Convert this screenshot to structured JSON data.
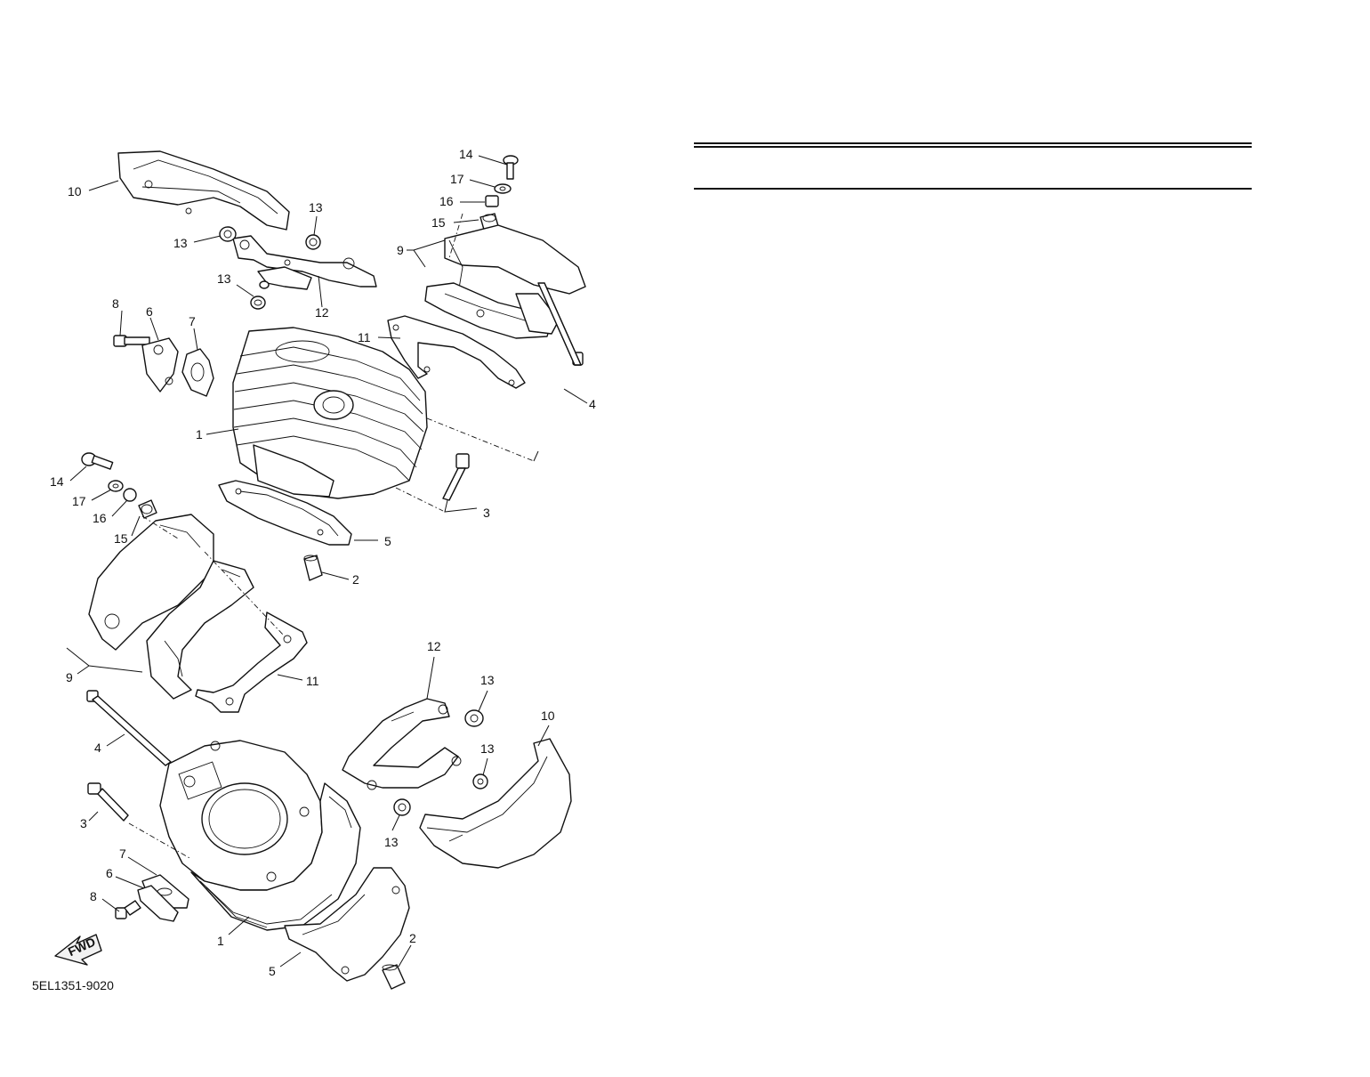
{
  "diagram": {
    "figure_code": "5EL1351-9020",
    "direction_badge": "FWD",
    "callouts": [
      {
        "id": "c10a",
        "label": "10"
      },
      {
        "id": "c13a",
        "label": "13"
      },
      {
        "id": "c13b",
        "label": "13"
      },
      {
        "id": "c13c",
        "label": "13"
      },
      {
        "id": "c12a",
        "label": "12"
      },
      {
        "id": "c14a",
        "label": "14"
      },
      {
        "id": "c17a",
        "label": "17"
      },
      {
        "id": "c16a",
        "label": "16"
      },
      {
        "id": "c15a",
        "label": "15"
      },
      {
        "id": "c9a",
        "label": "9"
      },
      {
        "id": "c11a",
        "label": "11"
      },
      {
        "id": "c8a",
        "label": "8"
      },
      {
        "id": "c6a",
        "label": "6"
      },
      {
        "id": "c7a",
        "label": "7"
      },
      {
        "id": "c4a",
        "label": "4"
      },
      {
        "id": "c1a",
        "label": "1"
      },
      {
        "id": "c3a",
        "label": "3"
      },
      {
        "id": "c5a",
        "label": "5"
      },
      {
        "id": "c2a",
        "label": "2"
      },
      {
        "id": "c14b",
        "label": "14"
      },
      {
        "id": "c17b",
        "label": "17"
      },
      {
        "id": "c16b",
        "label": "16"
      },
      {
        "id": "c15b",
        "label": "15"
      },
      {
        "id": "c9b",
        "label": "9"
      },
      {
        "id": "c11b",
        "label": "11"
      },
      {
        "id": "c12b",
        "label": "12"
      },
      {
        "id": "c13d",
        "label": "13"
      },
      {
        "id": "c10b",
        "label": "10"
      },
      {
        "id": "c13e",
        "label": "13"
      },
      {
        "id": "c4b",
        "label": "4"
      },
      {
        "id": "c13f",
        "label": "13"
      },
      {
        "id": "c3b",
        "label": "3"
      },
      {
        "id": "c7b",
        "label": "7"
      },
      {
        "id": "c6b",
        "label": "6"
      },
      {
        "id": "c8b",
        "label": "8"
      },
      {
        "id": "c1b",
        "label": "1"
      },
      {
        "id": "c2b",
        "label": "2"
      },
      {
        "id": "c5b",
        "label": "5"
      }
    ]
  }
}
